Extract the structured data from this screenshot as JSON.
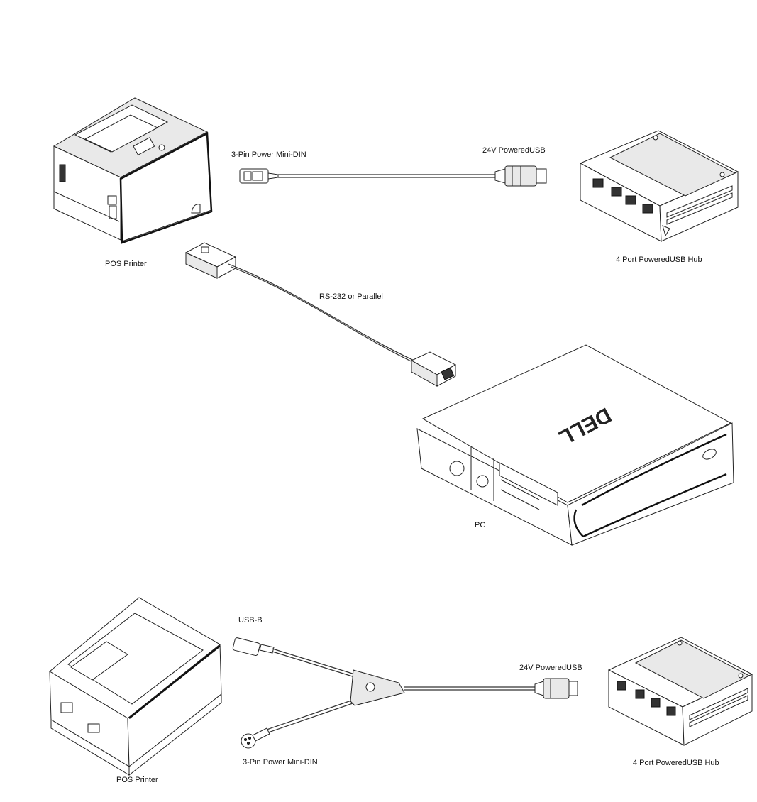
{
  "top_diagram": {
    "printer_label": "POS Printer",
    "power_cable_left_label": "3-Pin Power Mini-DIN",
    "power_cable_right_label": "24V PoweredUSB",
    "hub_label": "4 Port PoweredUSB Hub",
    "serial_cable_label": "RS-232 or Parallel",
    "pc_label": "PC",
    "pc_logo_text": "DELL"
  },
  "bottom_diagram": {
    "usb_b_label": "USB-B",
    "power_usb_label": "24V PoweredUSB",
    "mini_din_label": "3-Pin Power Mini-DIN",
    "hub_label": "4 Port PoweredUSB Hub",
    "printer_label": "POS Printer"
  }
}
